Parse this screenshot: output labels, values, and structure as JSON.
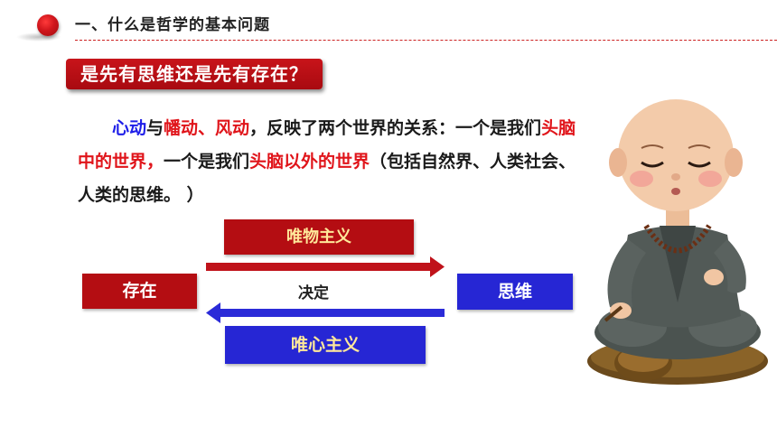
{
  "header": {
    "title": "一、什么是哲学的基本问题"
  },
  "question": "是先有思维还是先有存在？",
  "paragraph": {
    "s1": "心动",
    "s2": "与",
    "s3": "幡动、风动",
    "s4": "，反映了两个世界的关系：一个是我们",
    "s5": "头脑中的世界，",
    "s6": "一个是我们",
    "s7": "头脑以外的世界",
    "s8": "（包括自然界、人类社会、人类的思维。 ）"
  },
  "diagram": {
    "materialism": "唯物主义",
    "existence": "存在",
    "decides": "决定",
    "thinking": "思维",
    "idealism": "唯心主义"
  },
  "colors": {
    "red": "#b40d12",
    "blue": "#2626d4",
    "text_red": "#e0141a",
    "text_blue": "#1e1ee8"
  },
  "figure": "meditating-monk-illustration"
}
